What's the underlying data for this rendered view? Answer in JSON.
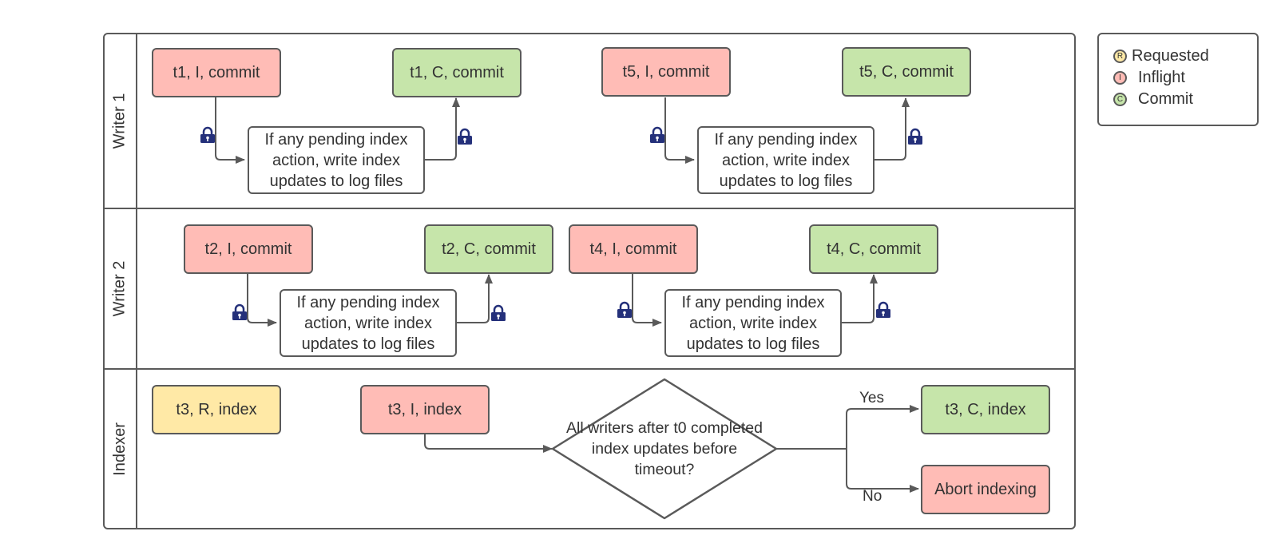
{
  "lanes": {
    "writer1": "Writer 1",
    "writer2": "Writer 2",
    "indexer": "Indexer"
  },
  "writer1": {
    "t1_inflight": "t1, I, commit",
    "t1_commit": "t1, C, commit",
    "t5_inflight": "t5, I, commit",
    "t5_commit": "t5, C, commit",
    "note1": "If any pending index action, write index updates to log files",
    "note2": "If any pending index action, write index updates to log files"
  },
  "writer2": {
    "t2_inflight": "t2, I, commit",
    "t2_commit": "t2, C, commit",
    "t4_inflight": "t4, I, commit",
    "t4_commit": "t4, C, commit",
    "note1": "If any pending index action, write index updates to log files",
    "note2": "If any pending index action, write index updates to log files"
  },
  "indexer": {
    "t3_requested": "t3, R, index",
    "t3_inflight": "t3, I, index",
    "decision": "All writers after t0 completed index updates before timeout?",
    "yes_label": "Yes",
    "no_label": "No",
    "t3_commit": "t3, C, index",
    "abort": "Abort indexing"
  },
  "legend": {
    "requested": "Requested",
    "inflight": "Inflight",
    "commit": "Commit",
    "requested_symbol": "R",
    "inflight_symbol": "I",
    "commit_symbol": "C"
  },
  "colors": {
    "requested": "#ffe9a6",
    "inflight": "#ffbcb6",
    "commit": "#c6e5aa",
    "lock": "#24307a",
    "line": "#5a5a5a"
  }
}
